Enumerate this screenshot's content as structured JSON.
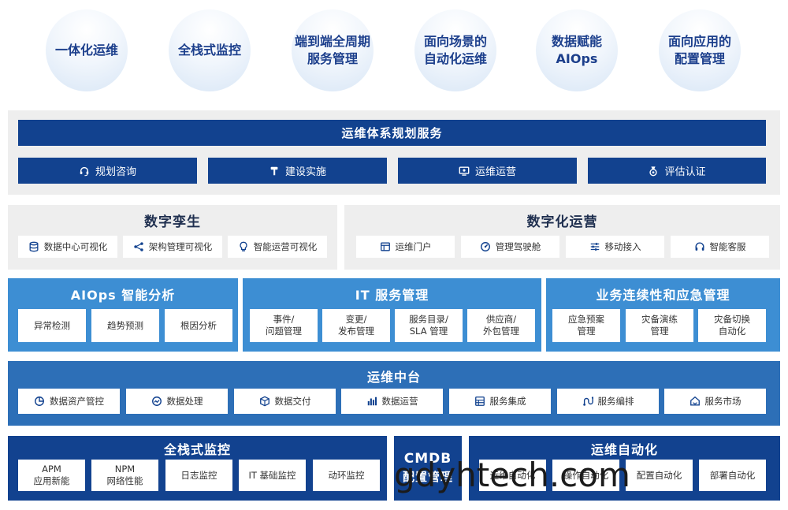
{
  "bubbles": [
    {
      "label": "一体化运维"
    },
    {
      "label": "全栈式监控"
    },
    {
      "label": "端到端全周期\n服务管理"
    },
    {
      "label": "面向场景的\n自动化运维"
    },
    {
      "label": "数据赋能\nAIOps"
    },
    {
      "label": "面向应用的\n配置管理"
    }
  ],
  "planning": {
    "title": "运维体系规划服务",
    "items": [
      {
        "label": "规划咨询",
        "icon": "headset-icon"
      },
      {
        "label": "建设实施",
        "icon": "hammer-icon"
      },
      {
        "label": "运维运营",
        "icon": "monitor-icon"
      },
      {
        "label": "评估认证",
        "icon": "medal-icon"
      }
    ]
  },
  "digital_twin": {
    "title": "数字孪生",
    "items": [
      {
        "label": "数据中心可视化",
        "icon": "database-icon"
      },
      {
        "label": "架构管理可视化",
        "icon": "share-icon"
      },
      {
        "label": "智能运营可视化",
        "icon": "bulb-icon"
      }
    ]
  },
  "digital_ops": {
    "title": "数字化运营",
    "items": [
      {
        "label": "运维门户",
        "icon": "window-icon"
      },
      {
        "label": "管理驾驶舱",
        "icon": "dashboard-icon"
      },
      {
        "label": "移动接入",
        "icon": "sliders-icon"
      },
      {
        "label": "智能客服",
        "icon": "headphones-icon"
      }
    ]
  },
  "aiops": {
    "title": "AIOps 智能分析",
    "items": [
      "异常检测",
      "趋势预测",
      "根因分析"
    ]
  },
  "itsm": {
    "title": "IT 服务管理",
    "items": [
      "事件/\n问题管理",
      "变更/\n发布管理",
      "服务目录/\nSLA 管理",
      "供应商/\n外包管理"
    ]
  },
  "bcm": {
    "title": "业务连续性和应急管理",
    "items": [
      "应急预案\n管理",
      "灾备演练\n管理",
      "灾备切换\n自动化"
    ]
  },
  "platform": {
    "title": "运维中台",
    "items": [
      {
        "label": "数据资产管控",
        "icon": "pie-icon"
      },
      {
        "label": "数据处理",
        "icon": "gauge-icon"
      },
      {
        "label": "数据交付",
        "icon": "cube-icon"
      },
      {
        "label": "数据运营",
        "icon": "bar-chart-icon"
      },
      {
        "label": "服务集成",
        "icon": "grid-icon"
      },
      {
        "label": "服务编排",
        "icon": "flow-icon"
      },
      {
        "label": "服务市场",
        "icon": "store-icon"
      }
    ]
  },
  "monitoring": {
    "title": "全栈式监控",
    "items": [
      "APM\n应用新能",
      "NPM\n网络性能",
      "日志监控",
      "IT 基础监控",
      "动环监控"
    ]
  },
  "cmdb": {
    "title": "CMDB",
    "subtitle": "配置管理"
  },
  "automation": {
    "title": "运维自动化",
    "items": [
      "运维自动化",
      "操作自动化",
      "配置自动化",
      "部署自动化"
    ]
  },
  "watermark": "gdyhtech.com",
  "colors": {
    "dark_blue": "#12428f",
    "mid_blue": "#2d6fb7",
    "light_blue": "#3d8ed3",
    "panel_gray": "#eeeeee",
    "bubble_text": "#1c3f8c"
  }
}
